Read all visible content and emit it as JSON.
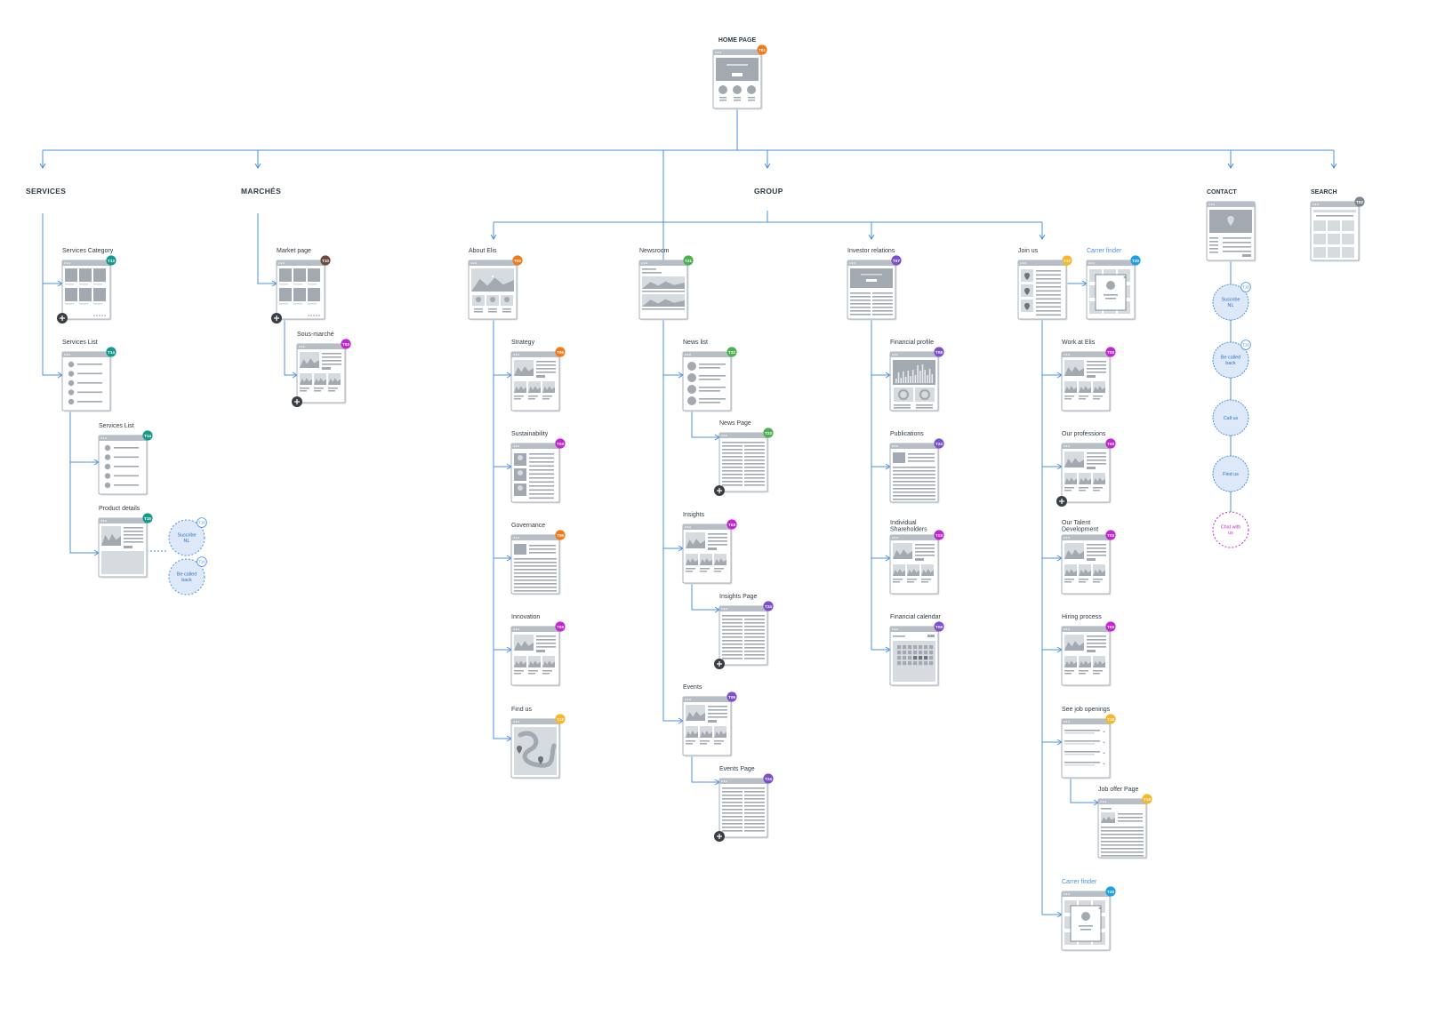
{
  "colors": {
    "line": "#4a90e2",
    "frame": "#a9b0b8",
    "frame_fill": "#ffffff",
    "block": "#a2a9b1",
    "light": "#d6dbe0",
    "text": "#2f3a44",
    "circle_fill": "#dde9f8",
    "circle_stroke": "#4a90e2",
    "chat_stroke": "#c026d3",
    "chat_text": "#c026d3",
    "plus": "#3a3f45",
    "badge": {
      "orange": "#f07a1a",
      "teal": "#159a8c",
      "purple": "#7b4fcf",
      "magenta": "#c026d3",
      "green": "#4caf50",
      "yellow": "#f5b82a",
      "blue": "#1ea0e6",
      "brown": "#6b4b3e",
      "gray": "#7d8590"
    }
  },
  "sections": {
    "home": "HOME PAGE",
    "services": "SERVICES",
    "marches": "MARCHÉS",
    "group": "GROUP",
    "contact": "CONTACT",
    "search": "SEARCH"
  },
  "pages": [
    {
      "id": "home",
      "label": "HOME PAGE",
      "badge": "T01",
      "badge_color": "orange",
      "kind": "hero"
    },
    {
      "id": "services-category",
      "label": "Services Category",
      "badge": "T13",
      "badge_color": "teal",
      "kind": "grid",
      "plus": true
    },
    {
      "id": "services-list-1",
      "label": "Services List",
      "badge": "T14",
      "badge_color": "teal",
      "kind": "list"
    },
    {
      "id": "services-list-2",
      "label": "Services List",
      "badge": "T14",
      "badge_color": "teal",
      "kind": "list"
    },
    {
      "id": "product-details",
      "label": "Product details",
      "badge": "T15",
      "badge_color": "teal",
      "kind": "product"
    },
    {
      "id": "market-page",
      "label": "Market page",
      "badge": "T10",
      "badge_color": "brown",
      "kind": "grid",
      "plus": true
    },
    {
      "id": "sous-marche",
      "label": "Sous-marché",
      "badge": "T03",
      "badge_color": "magenta",
      "kind": "media",
      "plus": true
    },
    {
      "id": "about-elis",
      "label": "About Elis",
      "badge": "T02",
      "badge_color": "orange",
      "kind": "mountains"
    },
    {
      "id": "strategy",
      "label": "Strategy",
      "badge": "T05",
      "badge_color": "orange",
      "kind": "media"
    },
    {
      "id": "sustainability",
      "label": "Sustainability",
      "badge": "T03",
      "badge_color": "magenta",
      "kind": "stack"
    },
    {
      "id": "governance",
      "label": "Governance",
      "badge": "T06",
      "badge_color": "orange",
      "kind": "text"
    },
    {
      "id": "innovation",
      "label": "Innovation",
      "badge": "T03",
      "badge_color": "magenta",
      "kind": "media"
    },
    {
      "id": "find-us",
      "label": "Find us",
      "badge": "T12",
      "badge_color": "yellow",
      "kind": "map"
    },
    {
      "id": "newsroom",
      "label": "Newsroom",
      "badge": "T21",
      "badge_color": "green",
      "kind": "mountains2"
    },
    {
      "id": "news-list",
      "label": "News list",
      "badge": "T22",
      "badge_color": "green",
      "kind": "bullets"
    },
    {
      "id": "news-page",
      "label": "News Page",
      "badge": "T23",
      "badge_color": "green",
      "kind": "columns",
      "plus": true
    },
    {
      "id": "insights",
      "label": "Insights",
      "badge": "T03",
      "badge_color": "magenta",
      "kind": "media"
    },
    {
      "id": "insights-page",
      "label": "Insights Page",
      "badge": "T24",
      "badge_color": "purple",
      "kind": "columns",
      "plus": true
    },
    {
      "id": "events",
      "label": "Events",
      "badge": "T09",
      "badge_color": "purple",
      "kind": "media"
    },
    {
      "id": "events-page",
      "label": "Events Page",
      "badge": "T24",
      "badge_color": "purple",
      "kind": "columns",
      "plus": true
    },
    {
      "id": "investor-relations",
      "label": "Investor relations",
      "badge": "T07",
      "badge_color": "purple",
      "kind": "hero-text"
    },
    {
      "id": "financial-profile",
      "label": "Financial profile",
      "badge": "T08",
      "badge_color": "purple",
      "kind": "chart"
    },
    {
      "id": "publications",
      "label": "Publications",
      "badge": "T24",
      "badge_color": "purple",
      "kind": "text"
    },
    {
      "id": "individual-shareholders",
      "label": "Individual Shareholders",
      "badge": "T03",
      "badge_color": "magenta",
      "kind": "media"
    },
    {
      "id": "financial-calendar",
      "label": "Financial calendar",
      "badge": "T09",
      "badge_color": "purple",
      "kind": "calendar"
    },
    {
      "id": "join-us",
      "label": "Join us",
      "badge": "T17",
      "badge_color": "yellow",
      "kind": "pins"
    },
    {
      "id": "carrer-finder-1",
      "label": "Carrer finder",
      "badge": "T20",
      "badge_color": "blue",
      "kind": "modal",
      "blue_label": true
    },
    {
      "id": "work-at-elis",
      "label": "Work at Elis",
      "badge": "T03",
      "badge_color": "magenta",
      "kind": "media"
    },
    {
      "id": "our-professions",
      "label": "Our professions",
      "badge": "T03",
      "badge_color": "magenta",
      "kind": "media",
      "plus": true
    },
    {
      "id": "our-talent-development",
      "label": "Our Talent Development",
      "badge": "T03",
      "badge_color": "magenta",
      "kind": "media"
    },
    {
      "id": "hiring-process",
      "label": "Hiring process",
      "badge": "T03",
      "badge_color": "magenta",
      "kind": "media"
    },
    {
      "id": "see-job-openings",
      "label": "See job openings",
      "badge": "T18",
      "badge_color": "yellow",
      "kind": "accordion"
    },
    {
      "id": "job-offer-page",
      "label": "Job offer Page",
      "badge": "T19",
      "badge_color": "yellow",
      "kind": "article"
    },
    {
      "id": "carrer-finder-2",
      "label": "Carrer finder",
      "badge": "T20",
      "badge_color": "blue",
      "kind": "modal",
      "blue_label": true
    },
    {
      "id": "contact",
      "label": "CONTACT",
      "badge": "",
      "badge_color": "",
      "kind": "contact"
    },
    {
      "id": "search",
      "label": "SEARCH",
      "badge": "T02",
      "badge_color": "gray",
      "kind": "search"
    }
  ],
  "actions": [
    {
      "id": "svc-subscribe",
      "label": "Suscribe NL",
      "badge": "T16",
      "dashed": true
    },
    {
      "id": "svc-callback",
      "label": "Be called back",
      "badge": "T16",
      "dashed": true
    },
    {
      "id": "ct-subscribe",
      "label": "Suscribe NL",
      "badge": "T16",
      "dashed": false
    },
    {
      "id": "ct-callback",
      "label": "Be called back",
      "badge": "T16",
      "dashed": false
    },
    {
      "id": "ct-call",
      "label": "Call us",
      "badge": "",
      "dashed": false
    },
    {
      "id": "ct-find",
      "label": "Find us",
      "badge": "",
      "dashed": false
    },
    {
      "id": "ct-chat",
      "label": "Chat with us",
      "badge": "",
      "dashed": true,
      "chat": true
    }
  ]
}
